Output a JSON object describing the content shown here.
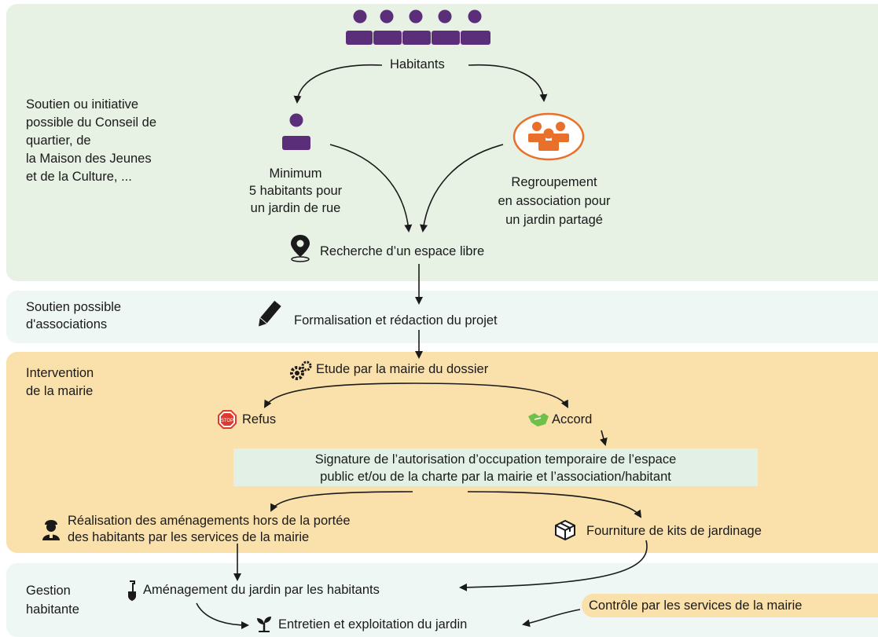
{
  "people_label": "Habitants",
  "bands": {
    "green_note": [
      "Soutien ou initiative",
      "possible du Conseil de",
      "quartier, de",
      "la Maison des Jeunes",
      "et de la Culture, ..."
    ],
    "light_note": [
      "Soutien possible",
      "d'associations"
    ],
    "orange_note": [
      "Intervention",
      "de la mairie"
    ],
    "bottom_note": [
      "Gestion",
      "habitante"
    ]
  },
  "steps": {
    "minimum": [
      "Minimum",
      "5 habitants pour",
      "un jardin de rue"
    ],
    "association": [
      "Regroupement",
      "en association pour",
      "un jardin partagé"
    ],
    "search": "Recherche d’un espace libre",
    "formalisation": "Formalisation et rédaction du projet",
    "etude": "Etude par la mairie du dossier",
    "refus": "Refus",
    "accord": "Accord",
    "signature": [
      "Signature de l’autorisation d’occupation temporaire de l’espace",
      "public et/ou de la charte par la mairie et l’association/habitant"
    ],
    "realisation": [
      "Réalisation des aménagements hors de la portée",
      "des habitants par les services de la mairie"
    ],
    "kits": "Fourniture de kits de jardinage",
    "amenagement": "Aménagement du jardin par les habitants",
    "controle": "Contrôle par les services de la mairie",
    "entretien": "Entretien et exploitation du jardin"
  },
  "icons": {
    "people": "people-group-icon",
    "person": "person-icon",
    "association": "association-group-icon",
    "pin": "location-pin-icon",
    "pencil": "pencil-icon",
    "gears": "gears-icon",
    "stop": "stop-sign-icon",
    "handshake": "handshake-icon",
    "worker": "worker-icon",
    "box": "package-icon",
    "shovel": "shovel-icon",
    "sprout": "sprout-icon"
  },
  "colors": {
    "purple": "#5a2e78",
    "orange": "#e8702a",
    "green_band": "#e7f1e4",
    "orange_band": "#fae0aa",
    "stop_red": "#e03a2e",
    "handshake_green": "#6fbf4a"
  }
}
